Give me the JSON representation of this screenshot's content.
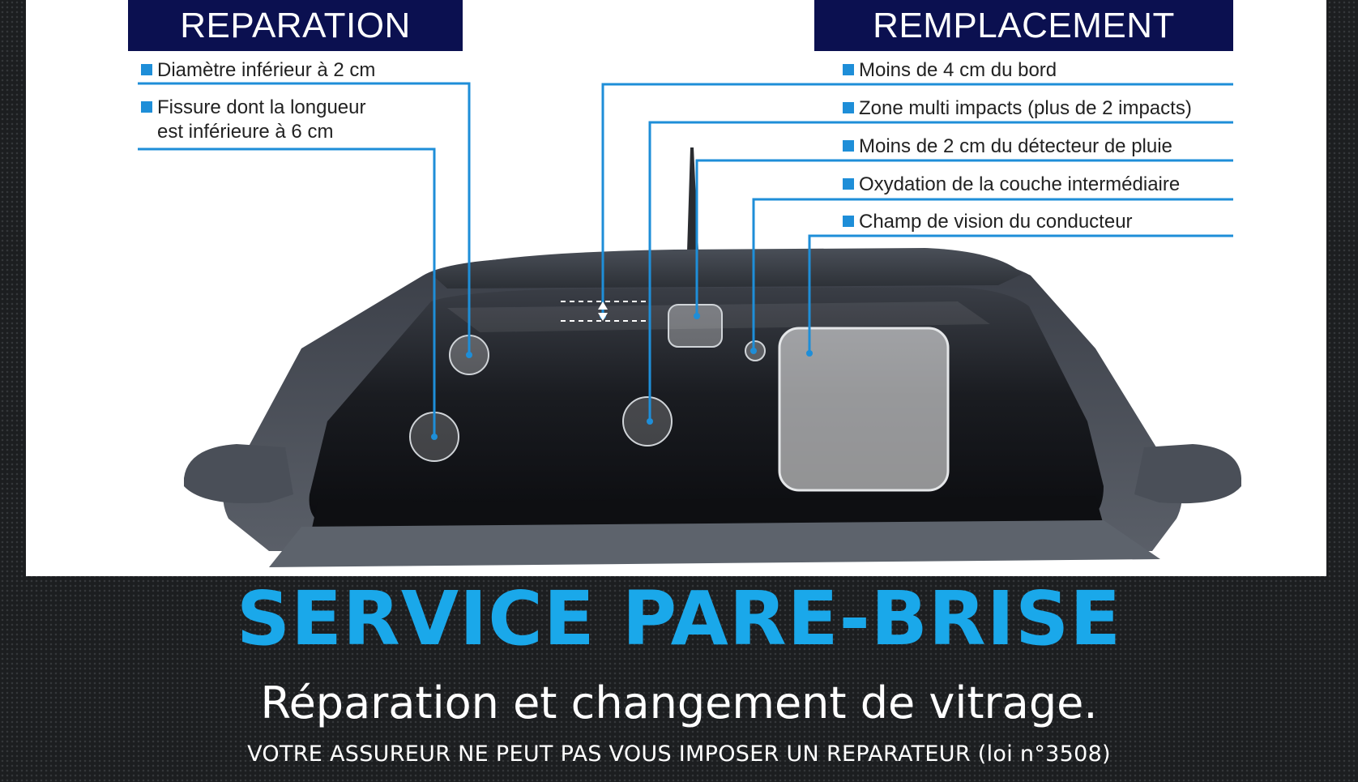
{
  "reparation": {
    "header": "REPARATION",
    "items": [
      {
        "line1": "Diamètre inférieur à 2 cm"
      },
      {
        "line1": "Fissure dont la longueur",
        "line2": "est inférieure à 6 cm"
      }
    ]
  },
  "remplacement": {
    "header": "REMPLACEMENT",
    "items": [
      "Moins de 4 cm du bord",
      "Zone multi impacts (plus de 2 impacts)",
      "Moins de 2 cm du détecteur de pluie",
      "Oxydation de la couche intermédiaire",
      "Champ de vision du conducteur"
    ]
  },
  "footer": {
    "title": "SERVICE PARE-BRISE",
    "subtitle": "Réparation et changement de vitrage.",
    "notice": "VOTRE ASSUREUR NE PEUT PAS VOUS IMPOSER UN REPARATEUR (loi n°3508)"
  },
  "colors": {
    "header_bg": "#0b1050",
    "bullet": "#1e8ed8",
    "title": "#1aa8ea"
  },
  "icons": [
    "car-illustration",
    "bullet-square"
  ]
}
